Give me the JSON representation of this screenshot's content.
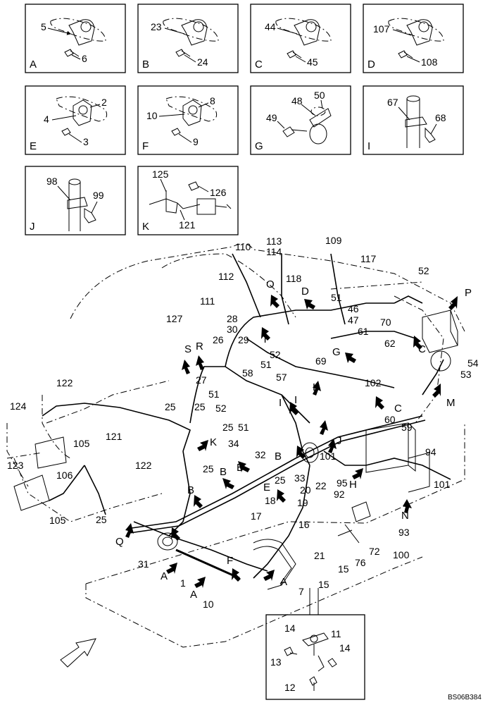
{
  "diagram": {
    "code": "BS06B384",
    "details": [
      {
        "view": "A",
        "parts": [
          "5",
          "6"
        ]
      },
      {
        "view": "B",
        "parts": [
          "23",
          "24"
        ]
      },
      {
        "view": "C",
        "parts": [
          "44",
          "45"
        ]
      },
      {
        "view": "D",
        "parts": [
          "107",
          "108"
        ]
      },
      {
        "view": "E",
        "parts": [
          "2",
          "4",
          "3"
        ]
      },
      {
        "view": "F",
        "parts": [
          "8",
          "10",
          "9"
        ]
      },
      {
        "view": "G",
        "parts": [
          "48",
          "50",
          "49"
        ]
      },
      {
        "view": "I",
        "parts": [
          "67",
          "68"
        ]
      },
      {
        "view": "J",
        "parts": [
          "98",
          "99"
        ]
      },
      {
        "view": "K",
        "parts": [
          "125",
          "126",
          "121"
        ]
      }
    ],
    "bottom_detail_parts": [
      "14",
      "11",
      "13",
      "14",
      "12"
    ],
    "callouts": [
      "110",
      "113",
      "114",
      "109",
      "112",
      "117",
      "52",
      "111",
      "118",
      "51",
      "28",
      "46",
      "47",
      "127",
      "30",
      "26",
      "29",
      "61",
      "62",
      "69",
      "70",
      "52",
      "51",
      "57",
      "58",
      "27",
      "51",
      "52",
      "25",
      "25",
      "51",
      "25",
      "32",
      "33",
      "34",
      "101",
      "102",
      "60",
      "59",
      "94",
      "95",
      "101",
      "122",
      "124",
      "123",
      "105",
      "106",
      "121",
      "122",
      "105",
      "25",
      "25",
      "25",
      "20",
      "22",
      "92",
      "18",
      "19",
      "17",
      "16",
      "21",
      "15",
      "93",
      "72",
      "76",
      "100",
      "31",
      "1",
      "10",
      "7",
      "15",
      "53",
      "54"
    ],
    "view_arrow_letters": [
      "O",
      "D",
      "P",
      "C",
      "M",
      "S",
      "R",
      "T",
      "G",
      "L",
      "I",
      "I",
      "C",
      "K",
      "B",
      "B",
      "J",
      "H",
      "N",
      "E",
      "B",
      "B",
      "Q",
      "A",
      "F",
      "A",
      "A"
    ]
  }
}
